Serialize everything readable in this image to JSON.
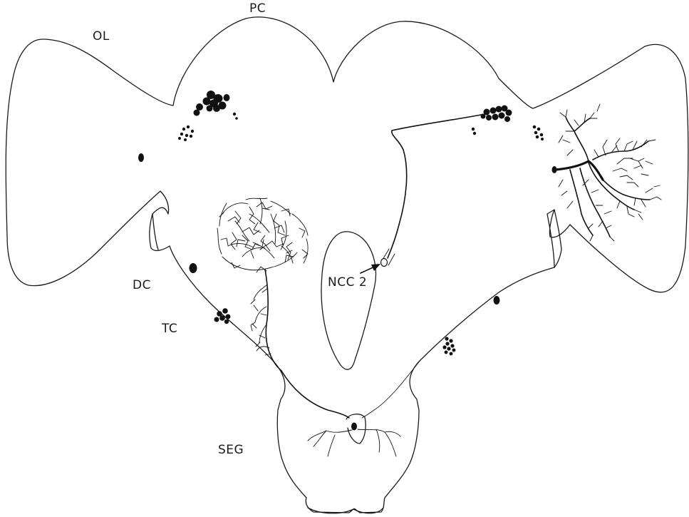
{
  "labels": {
    "ol": "OL",
    "pc": "PC",
    "dc": "DC",
    "tc": "TC",
    "seg": "SEG",
    "ncc2": "NCC 2"
  }
}
